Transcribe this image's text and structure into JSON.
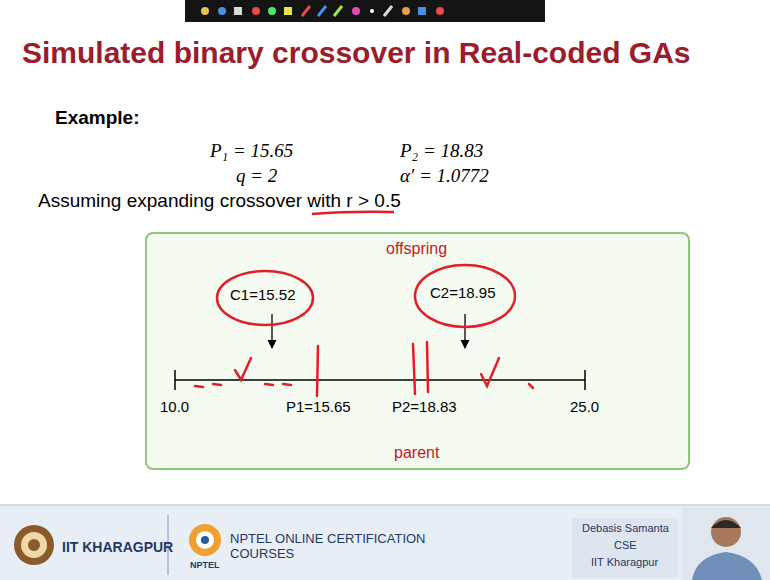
{
  "diagram": {
    "title": "Simulated binary crossover in Real-coded GAs",
    "nodes": [
      {
        "text": [
          "offspring",
          "parent"
        ]
      }
    ],
    "labels": [
      "Example:",
      "P₁ = 15.65",
      "P₂ = 18.83",
      "q = 2",
      "α′ = 1.0772",
      "Assuming expanding crossover with r > 0.5",
      "C1=15.52",
      "C2=18.95",
      "10.0",
      "P1=15.65",
      "P2=18.83",
      "25.0",
      "IIT KHARAGPUR",
      "NPTEL ONLINE CERTIFICATION COURSES",
      "NPTEL",
      "Debasis Samanta",
      "CSE",
      "IIT Kharagpur"
    ]
  }
}
